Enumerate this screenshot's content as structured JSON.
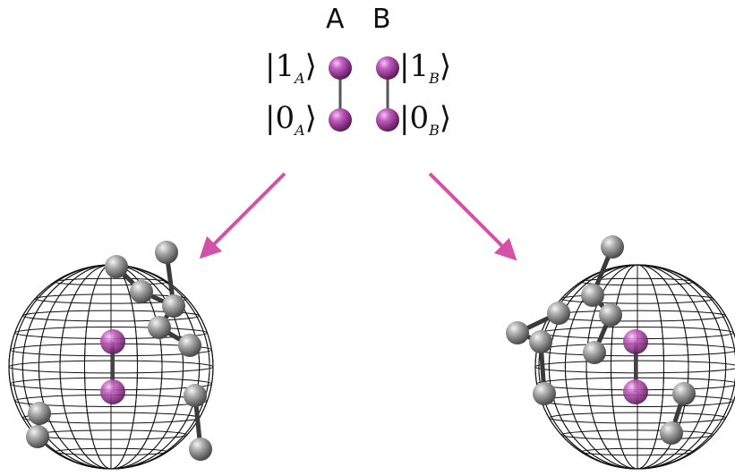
{
  "header": {
    "col_a": "A",
    "col_b": "B"
  },
  "states": {
    "a_one_digit": "1",
    "a_one_sub": "A",
    "a_zero_digit": "0",
    "a_zero_sub": "A",
    "b_one_digit": "1",
    "b_one_sub": "B",
    "b_zero_digit": "0",
    "b_zero_sub": "B"
  },
  "colors": {
    "qubit": "#a0359c",
    "qubit_light": "#e39ae0",
    "ancilla": "#8a8a8a",
    "arrow": "#d451a8",
    "wire": "#111111"
  },
  "icons": [
    "qubit-sphere",
    "bond-line",
    "wireframe-sphere",
    "arrow"
  ]
}
